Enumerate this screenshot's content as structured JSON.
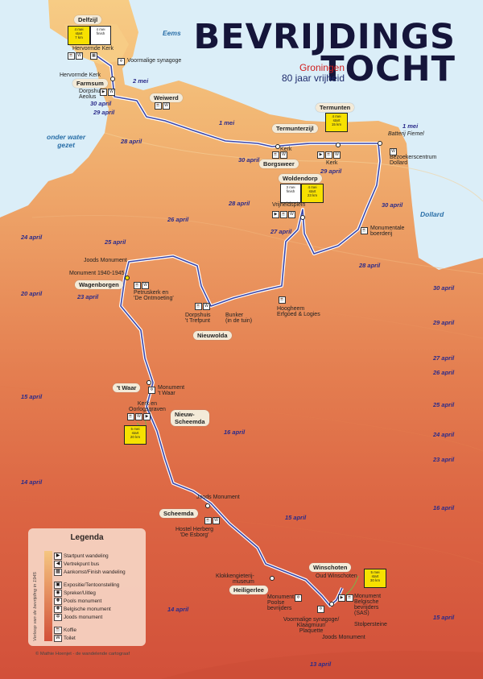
{
  "title": {
    "line1": "BEVRIJDINGS",
    "line2": "TOCHT"
  },
  "subtitle": {
    "region": "Groningen",
    "tagline": "80 jaar vrijheid"
  },
  "water": [
    {
      "id": "eems",
      "text": "Eems"
    },
    {
      "id": "onder-water",
      "line1": "onder water",
      "line2": "gezet"
    },
    {
      "id": "dollard",
      "text": "Dollard"
    }
  ],
  "places": {
    "delfzijl": "Delfzijl",
    "farmsum": "Farmsum",
    "weiwerd": "Weiwerd",
    "termunten": "Termunten",
    "termunterzijl": "Termunterzijl",
    "borgsweer": "Borgsweer",
    "woldendorp": "Woldendorp",
    "wagenborgen": "Wagenborgen",
    "nieuwolda": "Nieuwolda",
    "twaar": "'t Waar",
    "nieuwscheemda1": "Nieuw-",
    "nieuwscheemda2": "Scheemda",
    "scheemda": "Scheemda",
    "winschoten": "Winschoten",
    "heiligerlee": "Heiligerlee"
  },
  "pois": {
    "hervormde_kerk_delfzijl": "Hervormde Kerk",
    "synagoge_delfzijl": "Voormalige synagoge",
    "hervormde_kerk_farmsum": "Hervormde Kerk",
    "dorpshuis_aeolus_1": "Dorpshuis",
    "dorpshuis_aeolus_2": "Aeolus",
    "kerk_borgsweer": "Kerk",
    "kerk_termunten": "Kerk",
    "batterij": "Batterij Fiemel",
    "bezoekerscentrum_1": "Bezoekerscentrum",
    "bezoekerscentrum_2": "Dollard",
    "vrijheidsplein": "Vrijheidsplein",
    "monumentale_1": "Monumentale",
    "monumentale_2": "boerderij",
    "joods_monument_wb": "Joods Monument",
    "monument_1940": "Monument 1940-1945",
    "petruskerk_1": "Petruskerk en",
    "petruskerk_2": "'De Ontmoeting'",
    "dorpshuis_trefpunt_1": "Dorpshuis",
    "dorpshuis_trefpunt_2": "'t Trefpunt",
    "bunker_1": "Bunker",
    "bunker_2": "(in de tuin)",
    "hoogheem_1": "Hoogheem",
    "hoogheem_2": "Erfgoed & Logies",
    "monument_twaar_1": "Monument",
    "monument_twaar_2": "'t Waar",
    "kerk_oorlog_1": "Kerk en",
    "kerk_oorlog_2": "Oorlogsgraven",
    "joods_monument_sch": "Joods Monument",
    "hostel_1": "Hostel Herberg",
    "hostel_2": "'De Esborg'",
    "kloksengieterij_1": "Klokkengieterij-",
    "kloksengieterij_2": "museum",
    "oud_winschoten": "Oud Winschoten",
    "monument_poolse_1": "Monument",
    "monument_poolse_2": "Poolse",
    "monument_poolse_3": "bevrijders",
    "monument_belgische_1": "Monument",
    "monument_belgische_2": "Belgische",
    "monument_belgische_3": "bevrijders",
    "monument_belgische_4": "(SAS)",
    "synagoge_win_1": "Voormalige synagoge/",
    "synagoge_win_2": "Klaagmuur/",
    "synagoge_win_3": "Plaquette",
    "stolpersteine": "Stolpersteine",
    "joods_monument_win": "Joods Monument"
  },
  "route_dates": [
    "30 april",
    "29 april",
    "2 mei",
    "1 mei",
    "1 mei",
    "30 april",
    "29 april",
    "28 april",
    "27 april",
    "28 april",
    "30 april",
    "16 april",
    "15 april",
    "14 april"
  ],
  "gradient_dates": {
    "left": [
      "24 april",
      "20 april",
      "15 april",
      "14 april"
    ],
    "center": [
      "28 april",
      "26 april",
      "25 april",
      "23 april"
    ],
    "right": [
      "30 april",
      "29 april",
      "27 april",
      "26 april",
      "25 april",
      "24 april",
      "23 april",
      "16 april",
      "15 april"
    ],
    "bottom": "13 april"
  },
  "badges": {
    "delfzijl_start": {
      "date": "4 mei",
      "type": "start",
      "dist": "7 km"
    },
    "delfzijl_finish": {
      "date": "4 mei",
      "type": "finish",
      "dist": ""
    },
    "termunten_start": {
      "date": "4 mei",
      "type": "start",
      "dist": "15 km"
    },
    "woldendorp_finish": {
      "date": "3 mei",
      "type": "finish",
      "dist": ""
    },
    "woldendorp_start": {
      "date": "4 mei",
      "type": "start",
      "dist": "23 km"
    },
    "scheemda_start": {
      "date": "5 mei",
      "type": "start",
      "dist": "20 km"
    },
    "winschoten_start": {
      "date": "5 mei",
      "type": "start",
      "dist": "30 km"
    }
  },
  "legend": {
    "title": "Legenda",
    "items": [
      {
        "icon": "play-icon",
        "label": "Startpunt wandeling"
      },
      {
        "icon": "bus-icon",
        "label": "Vertrekpunt bus"
      },
      {
        "icon": "flag-icon",
        "label": "Aankomst/Finish wandeling"
      },
      {
        "icon": "exhibition-icon",
        "label": "Expositie/Tentoonstelling"
      },
      {
        "icon": "speaker-icon",
        "label": "Spreker/Uitleg"
      },
      {
        "icon": "monument-icon",
        "label": "Pools monument"
      },
      {
        "icon": "monument-icon",
        "label": "Belgische monument"
      },
      {
        "icon": "monument-icon",
        "label": "Joods monument"
      },
      {
        "icon": "coffee-icon",
        "label": "Koffie"
      },
      {
        "icon": "wc-icon",
        "label": "Toilet"
      }
    ],
    "axis_label": "Verloop van de bevrijding in 1945"
  },
  "credit": "© Mathie Hoenjet - de wandelende cartograaf",
  "colors": {
    "sea": "#dbeef8",
    "route": "#3d47a8",
    "land_top": "#f6c98a",
    "land_bottom": "#d8553c",
    "title": "#15153a",
    "accent": "#d01c1c"
  }
}
